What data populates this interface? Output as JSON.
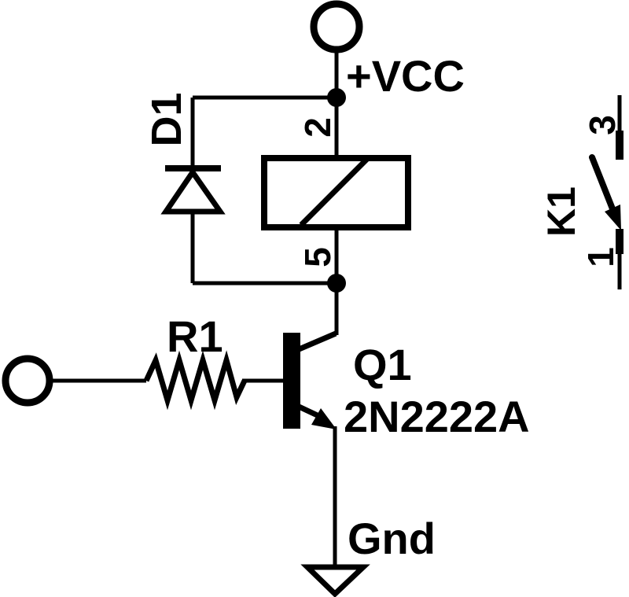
{
  "schematic": {
    "background_color": "#ffffff",
    "line_color": "#000000",
    "power_rail": {
      "label": "+VCC"
    },
    "ground": {
      "label": "Gnd"
    },
    "diode": {
      "designator": "D1"
    },
    "relay_coil": {
      "pin_top": "2",
      "pin_bottom": "5"
    },
    "relay_contact": {
      "designator": "K1",
      "pin_top": "3",
      "pin_bottom": "1"
    },
    "resistor": {
      "designator": "R1"
    },
    "transistor": {
      "designator": "Q1",
      "part_number": "2N2222A"
    }
  }
}
